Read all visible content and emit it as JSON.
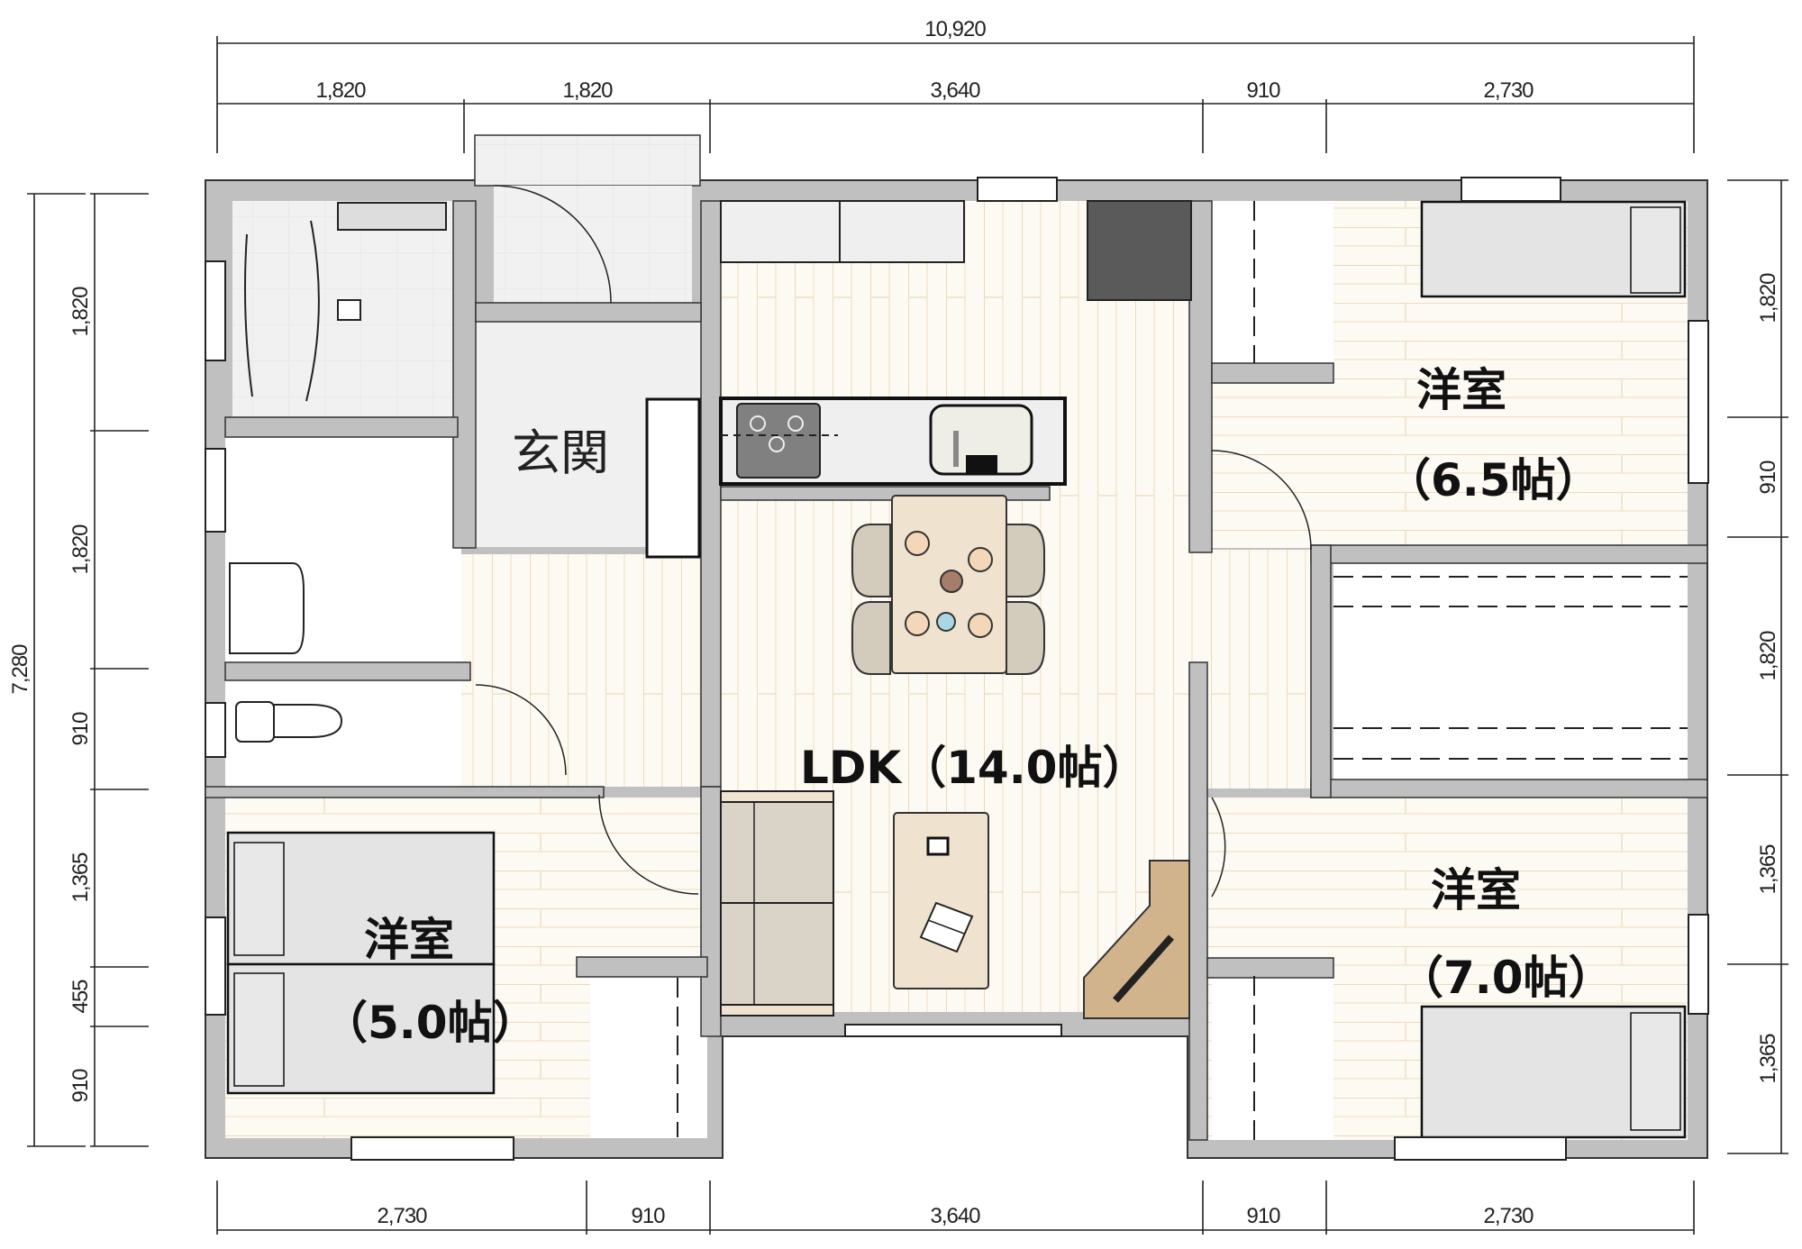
{
  "plan": {
    "overall_width": "10,920",
    "overall_depth": "7,280",
    "top_dims": [
      "1,820",
      "1,820",
      "3,640",
      "910",
      "2,730"
    ],
    "bottom_dims": [
      "2,730",
      "910",
      "3,640",
      "910",
      "2,730"
    ],
    "left_dims": [
      "1,820",
      "1,820",
      "910",
      "1,365",
      "455",
      "910"
    ],
    "right_dims": [
      "1,820",
      "910",
      "1,820",
      "1,365",
      "1,365"
    ]
  },
  "rooms": {
    "entrance": {
      "name": "玄関"
    },
    "ldk": {
      "name": "LDK（14.0帖）"
    },
    "bedroom_ne": {
      "name": "洋室",
      "size": "（6.5帖）"
    },
    "bedroom_se": {
      "name": "洋室",
      "size": "（7.0帖）"
    },
    "bedroom_sw": {
      "name": "洋室",
      "size": "（5.0帖）"
    }
  },
  "colors": {
    "wall": "#c0c0c0",
    "floor_wood": "#fdfaf4",
    "floor_line": "#ecd9b8",
    "tile": "#f0f0f0",
    "furniture_beige": "#efe3cf",
    "sofa": "#d9d3c8",
    "tv_stand": "#d2b48c",
    "fridge": "#5a5a5a",
    "bed": "#e4e4e4"
  }
}
